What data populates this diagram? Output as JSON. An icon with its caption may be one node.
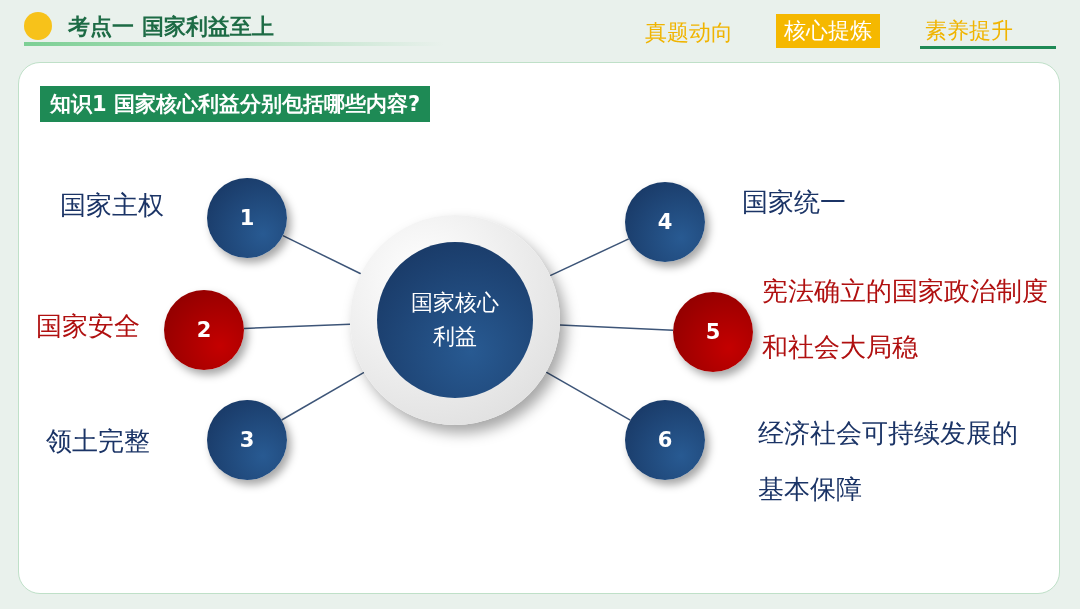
{
  "diagram": {
    "title": "考点一 国家利益至上",
    "nodes": [
      {
        "text": [
          "国家核心利益"
        ]
      },
      {
        "text": [
          "1"
        ],
        "beside": [
          "国家主权"
        ]
      },
      {
        "text": [
          "2"
        ],
        "beside": [
          "国家安全"
        ]
      },
      {
        "text": [
          "3"
        ],
        "beside": [
          "领土完整"
        ]
      },
      {
        "text": [
          "4"
        ],
        "beside": [
          "国家统一"
        ]
      },
      {
        "text": [
          "5"
        ],
        "beside": [
          "宪法确立的国家政治制度和社会大局稳"
        ]
      },
      {
        "text": [
          "6"
        ],
        "beside": [
          "经济社会可持续发展的基本保障"
        ]
      }
    ],
    "edges": [
      {
        "from": 0,
        "to": 1,
        "arrow": "none"
      },
      {
        "from": 0,
        "to": 2,
        "arrow": "none"
      },
      {
        "from": 0,
        "to": 3,
        "arrow": "none"
      },
      {
        "from": 0,
        "to": 4,
        "arrow": "none"
      },
      {
        "from": 0,
        "to": 5,
        "arrow": "none"
      },
      {
        "from": 0,
        "to": 6,
        "arrow": "none"
      }
    ],
    "labels": [
      "真题动向",
      "核心提炼",
      "素养提升",
      "知识1 国家核心利益分别包括哪些内容?"
    ]
  }
}
